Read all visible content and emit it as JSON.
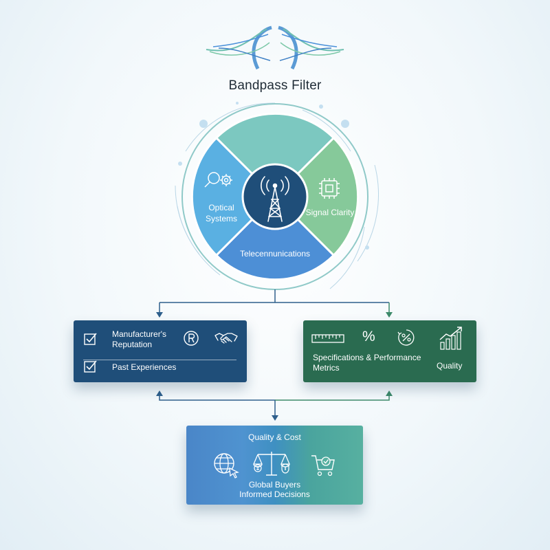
{
  "title": "Bandpass Filter",
  "wheel": {
    "segments": {
      "left": "Optical Systems",
      "right": "Signal Clarity",
      "bottom": "Telecennunications"
    }
  },
  "left_card": {
    "item1": "Manufacturer's Reputation",
    "item2": "Past Experiences"
  },
  "right_card": {
    "metrics": "Specifications & Performance Metrics",
    "quality": "Quality",
    "percent_symbol": "%"
  },
  "bottom_card": {
    "top_label": "Quality & Cost",
    "line1": "Global Buyers",
    "line2": "Informed Decisions"
  },
  "colors": {
    "navy": "#1f4e79",
    "green": "#2a6b50",
    "blue_segment": "#5aa9df",
    "teal_segment": "#6fc5b6",
    "green_segment": "#86c99a",
    "bottom_segment": "#4d8fd6",
    "center": "#1f4e79"
  }
}
